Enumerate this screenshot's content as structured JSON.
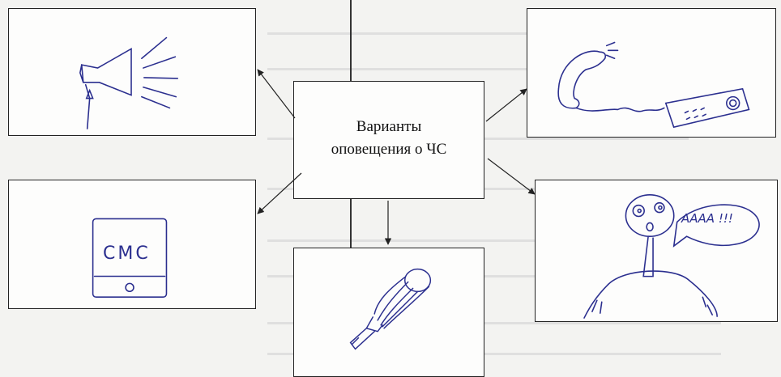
{
  "center": {
    "line1": "Варианты",
    "line2": "оповещения о ЧС"
  },
  "sketch_texts": {
    "sms": "СМС",
    "scream": "АААА !!!"
  },
  "colors": {
    "ink": "#222222",
    "pen": "#2b2f8f"
  }
}
